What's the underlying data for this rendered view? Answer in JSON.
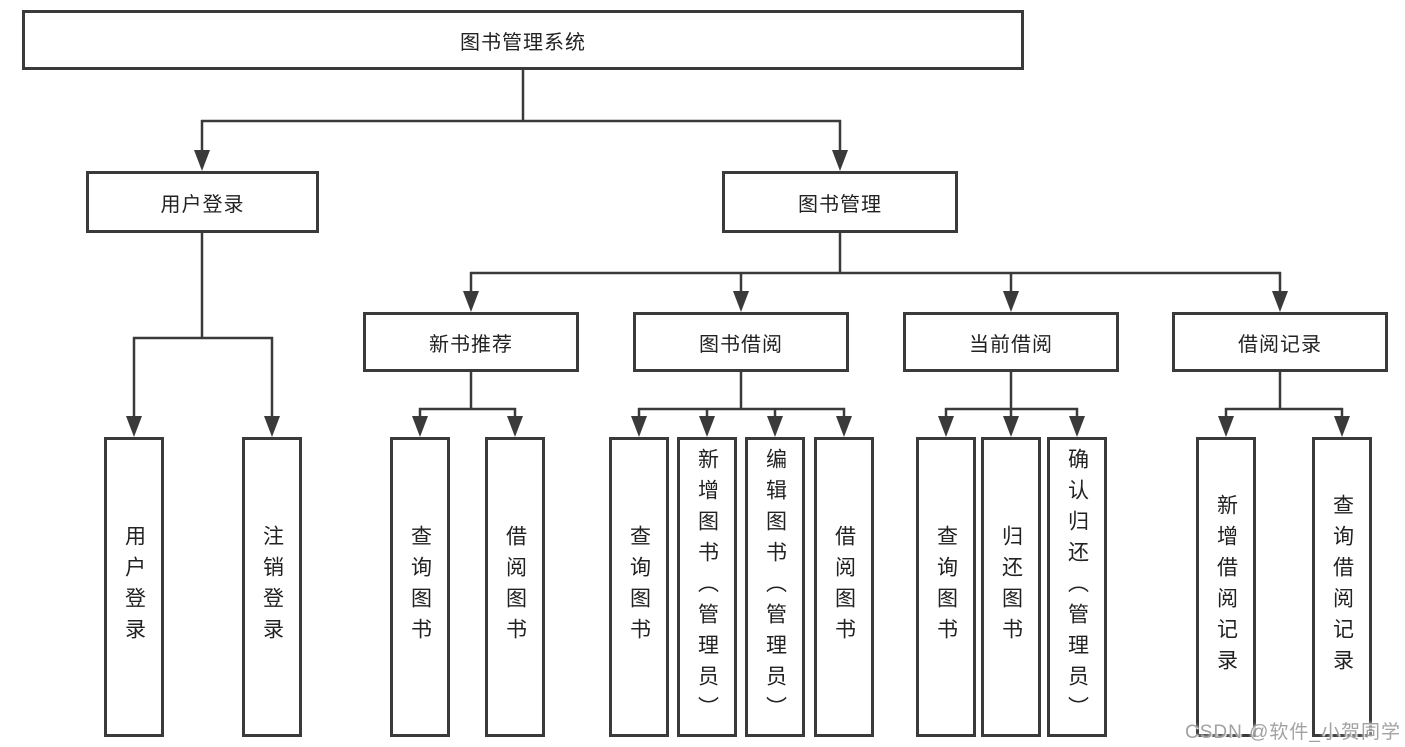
{
  "diagram_type": "hierarchy-chart",
  "colors": {
    "line": "#3a3a3a",
    "box_border": "#3a3a3a",
    "text": "#222222",
    "background": "#ffffff",
    "watermark_text": "#a2a2a2"
  },
  "tree": {
    "label": "图书管理系统",
    "children": [
      {
        "label": "用户登录",
        "children": [
          {
            "label": "用户登录"
          },
          {
            "label": "注销登录"
          }
        ]
      },
      {
        "label": "图书管理",
        "children": [
          {
            "label": "新书推荐",
            "children": [
              {
                "label": "查询图书"
              },
              {
                "label": "借阅图书"
              }
            ]
          },
          {
            "label": "图书借阅",
            "children": [
              {
                "label": "查询图书"
              },
              {
                "label": "新增图书（管理员）"
              },
              {
                "label": "编辑图书（管理员）"
              },
              {
                "label": "借阅图书"
              }
            ]
          },
          {
            "label": "当前借阅",
            "children": [
              {
                "label": "查询图书"
              },
              {
                "label": "归还图书"
              },
              {
                "label": "确认归还（管理员）"
              }
            ]
          },
          {
            "label": "借阅记录",
            "children": [
              {
                "label": "新增借阅记录"
              },
              {
                "label": "查询借阅记录"
              }
            ]
          }
        ]
      }
    ]
  },
  "watermark": {
    "text": "CSDN @软件_小贺同学"
  }
}
